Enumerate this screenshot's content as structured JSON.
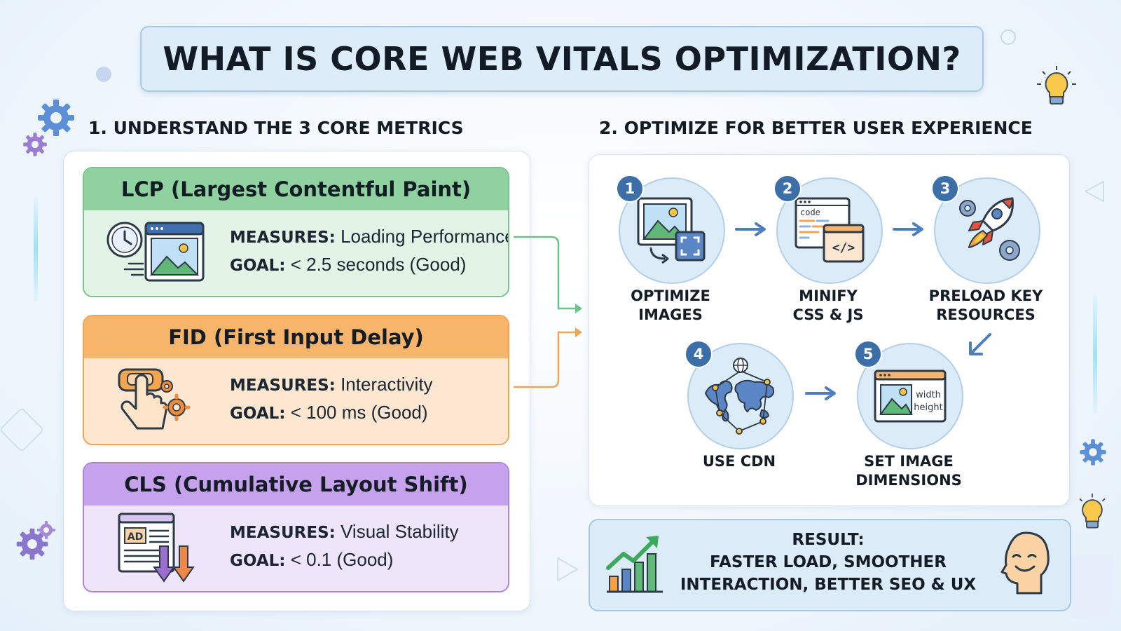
{
  "title": "WHAT IS CORE WEB VITALS OPTIMIZATION?",
  "sections": {
    "metrics_heading": "1. UNDERSTAND THE 3 CORE METRICS",
    "optimize_heading": "2. OPTIMIZE FOR BETTER USER EXPERIENCE"
  },
  "metrics": [
    {
      "name": "LCP (Largest Contentful Paint)",
      "measures_label": "MEASURES:",
      "measures": "Loading Performance",
      "goal_label": "GOAL:",
      "goal": "< 2.5 seconds (Good)",
      "color": "#8fd29f"
    },
    {
      "name": "FID (First Input Delay)",
      "measures_label": "MEASURES:",
      "measures": "Interactivity",
      "goal_label": "GOAL:",
      "goal": "< 100 ms (Good)",
      "color": "#f7b56b"
    },
    {
      "name": "CLS (Cumulative Layout Shift)",
      "measures_label": "MEASURES:",
      "measures": "Visual Stability",
      "goal_label": "GOAL:",
      "goal": "< 0.1 (Good)",
      "color": "#c6a2ec"
    }
  ],
  "steps": [
    {
      "number": "1",
      "line1": "OPTIMIZE",
      "line2": "IMAGES",
      "icon": "image-resize-icon"
    },
    {
      "number": "2",
      "line1": "MINIFY",
      "line2": "CSS & JS",
      "icon": "code-window-icon",
      "icon_text": "code"
    },
    {
      "number": "3",
      "line1": "PRELOAD KEY",
      "line2": "RESOURCES",
      "icon": "rocket-icon"
    },
    {
      "number": "4",
      "line1": "USE CDN",
      "line2": "",
      "icon": "globe-network-icon"
    },
    {
      "number": "5",
      "line1": "SET IMAGE",
      "line2": "DIMENSIONS",
      "icon": "image-dimensions-icon",
      "icon_text_1": "width",
      "icon_text_2": "height"
    }
  ],
  "icons": {
    "lcp_icon": "clock-image-icon",
    "fid_icon": "hand-click-icon",
    "cls_icon": "ad-layout-shift-icon",
    "cls_ad_text": "AD"
  },
  "result": {
    "label": "RESULT:",
    "line1": "FASTER LOAD, SMOOTHER",
    "line2": "INTERACTION, BETTER SEO & UX",
    "chart_icon": "growth-chart-icon",
    "face_icon": "happy-face-icon"
  },
  "colors": {
    "accent_blue": "#3c6fa8",
    "lcp_green": "#8fd29f",
    "fid_orange": "#f7b56b",
    "cls_purple": "#c6a2ec"
  }
}
